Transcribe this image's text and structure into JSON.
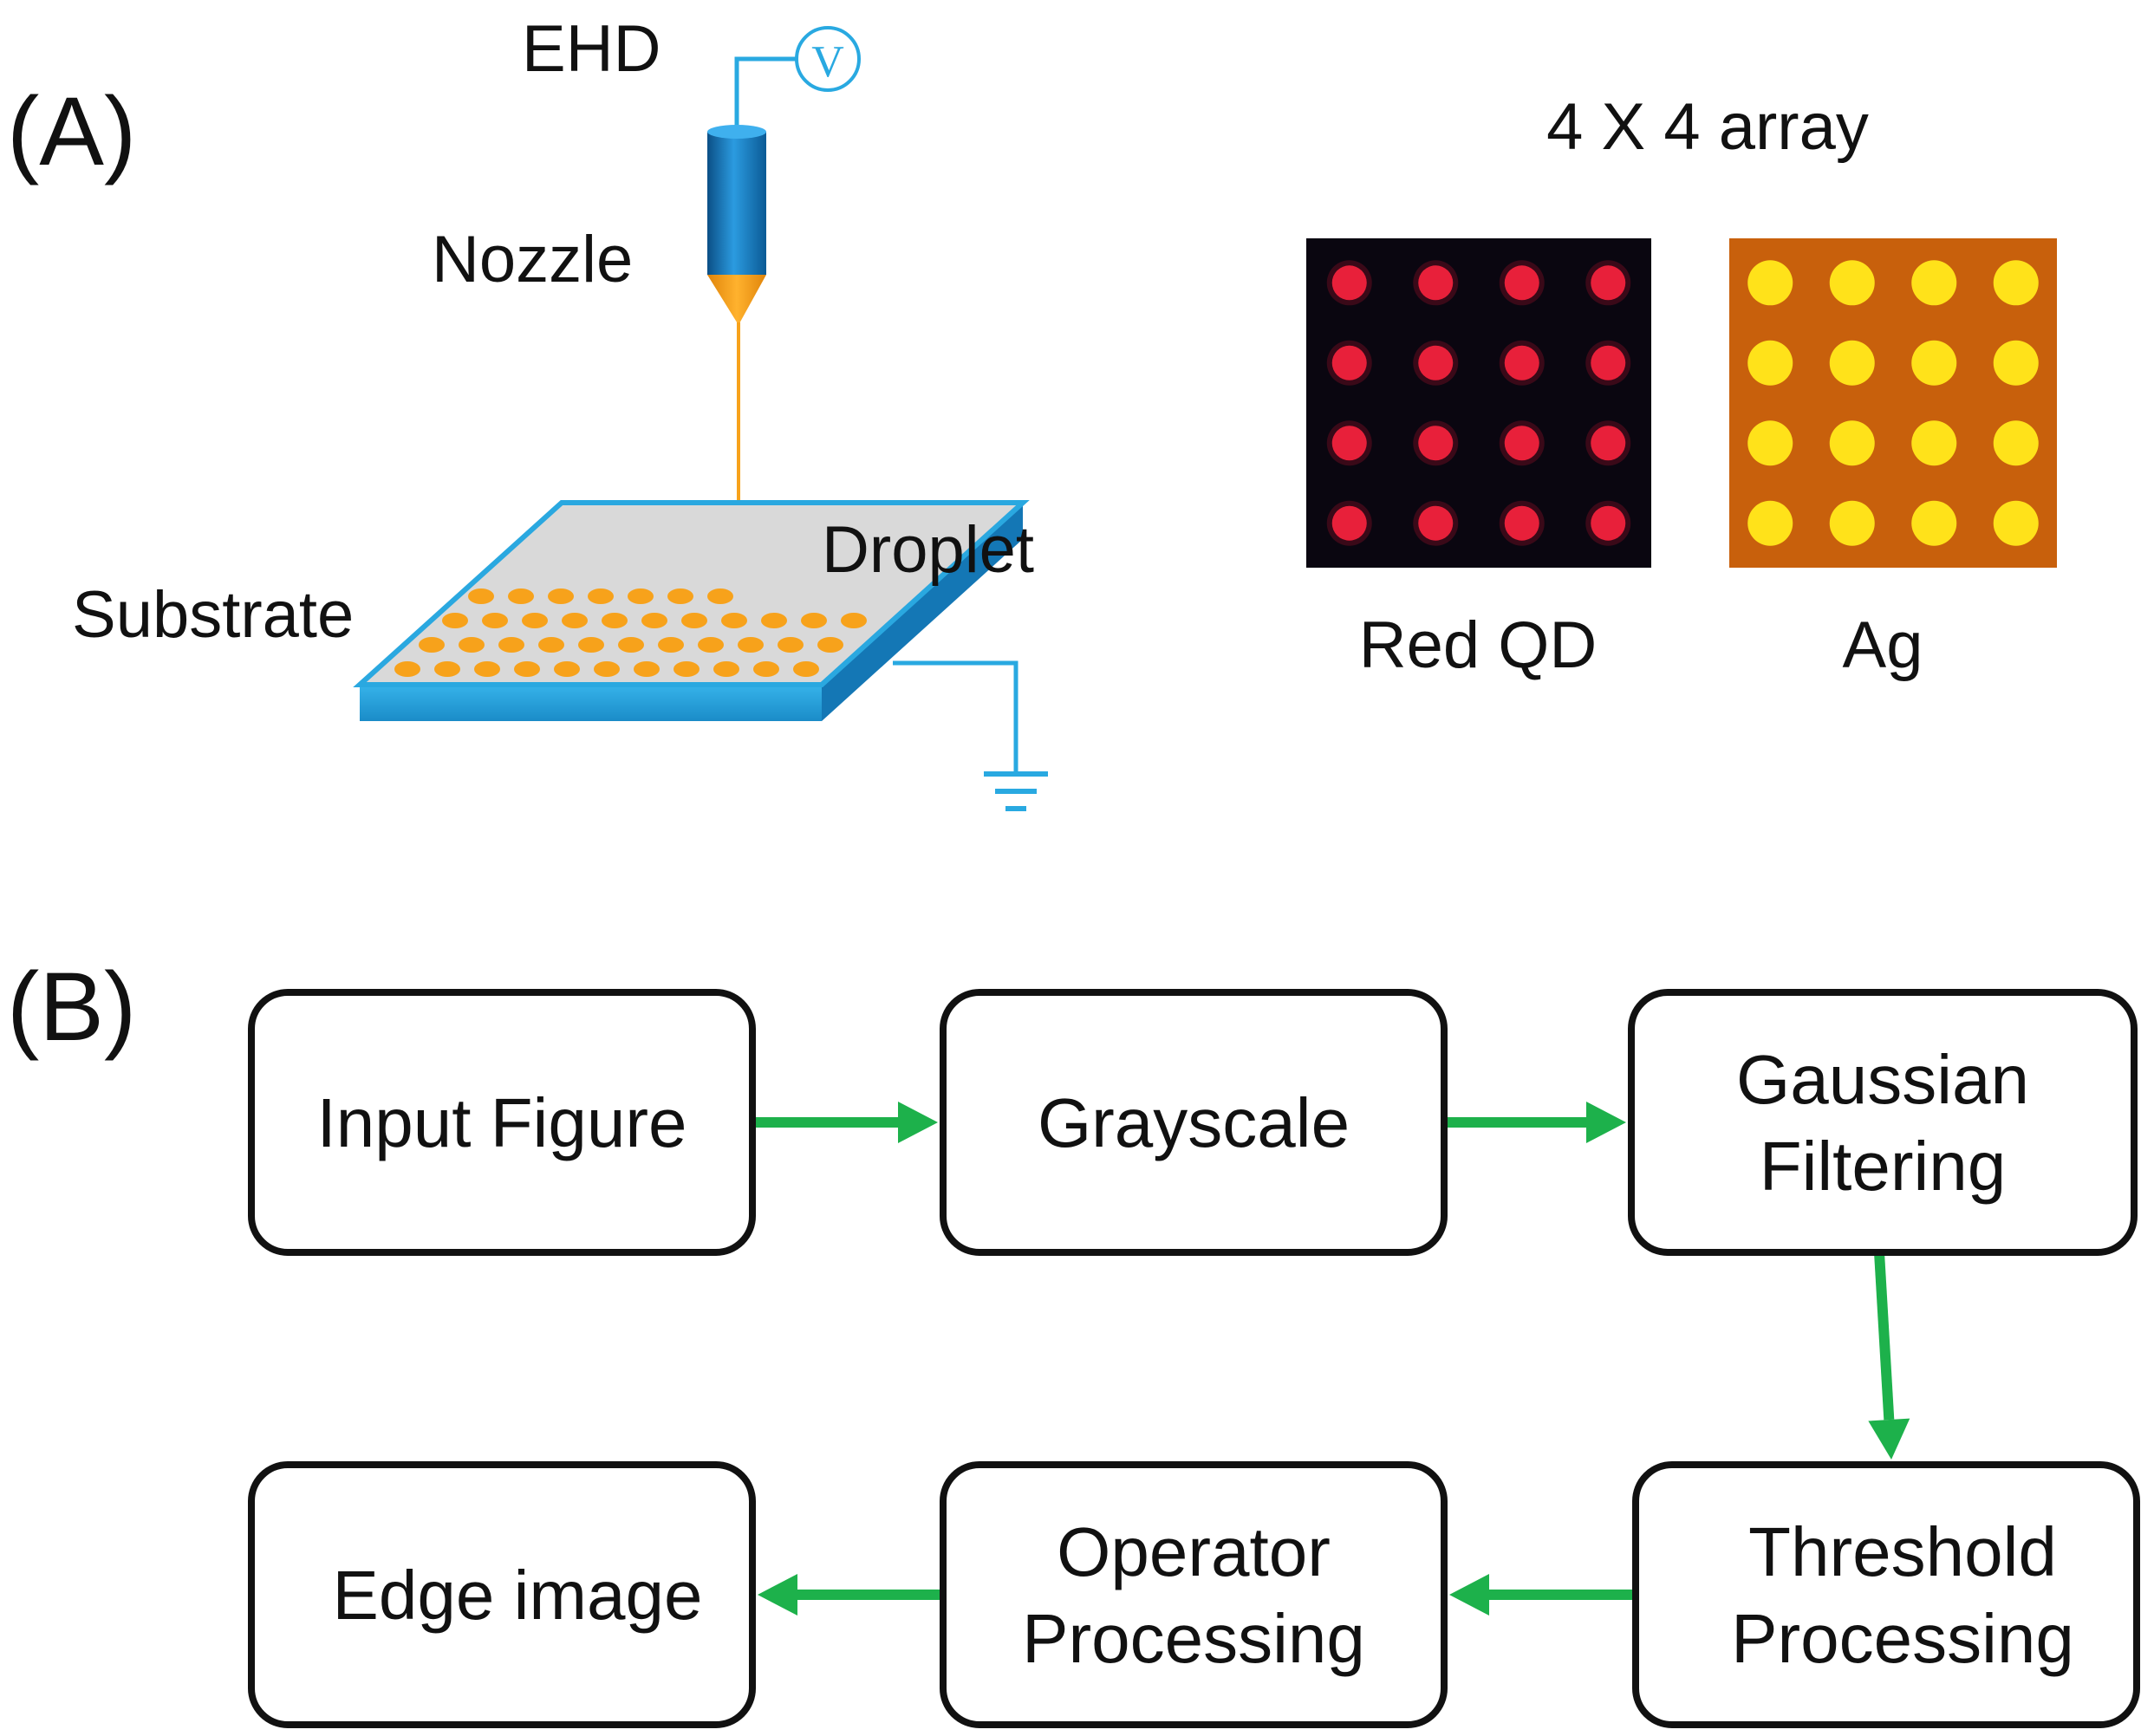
{
  "panel_a": {
    "label": "(A)",
    "ehd_label": "EHD",
    "voltmeter_symbol": "V",
    "nozzle_label": "Nozzle",
    "droplet_label": "Droplet",
    "substrate_label": "Substrate",
    "array_title": "4 X 4 array",
    "array_grid": {
      "rows": 4,
      "cols": 4
    },
    "samples": [
      {
        "name": "Red QD",
        "background": "#0a0610",
        "dot_color": "#e8203a"
      },
      {
        "name": "Ag",
        "background": "#c8600c",
        "dot_color": "#ffe21a"
      }
    ]
  },
  "panel_b": {
    "label": "(B)",
    "steps": [
      {
        "id": "input",
        "lines": [
          "Input Figure"
        ]
      },
      {
        "id": "grayscale",
        "lines": [
          "Grayscale"
        ]
      },
      {
        "id": "gaussian",
        "lines": [
          "Gaussian",
          "Filtering"
        ]
      },
      {
        "id": "threshold",
        "lines": [
          "Threshold",
          "Processing"
        ]
      },
      {
        "id": "operator",
        "lines": [
          "Operator",
          "Processing"
        ]
      },
      {
        "id": "edge",
        "lines": [
          "Edge image"
        ]
      }
    ],
    "arrow_color": "#1db14b"
  },
  "colors": {
    "nozzle_blue": "#1f86c8",
    "substrate_edge": "#2aa8e0",
    "substrate_top": "#d9d9d9",
    "droplet_orange": "#f7a21b",
    "wire_blue": "#29a9e1"
  }
}
